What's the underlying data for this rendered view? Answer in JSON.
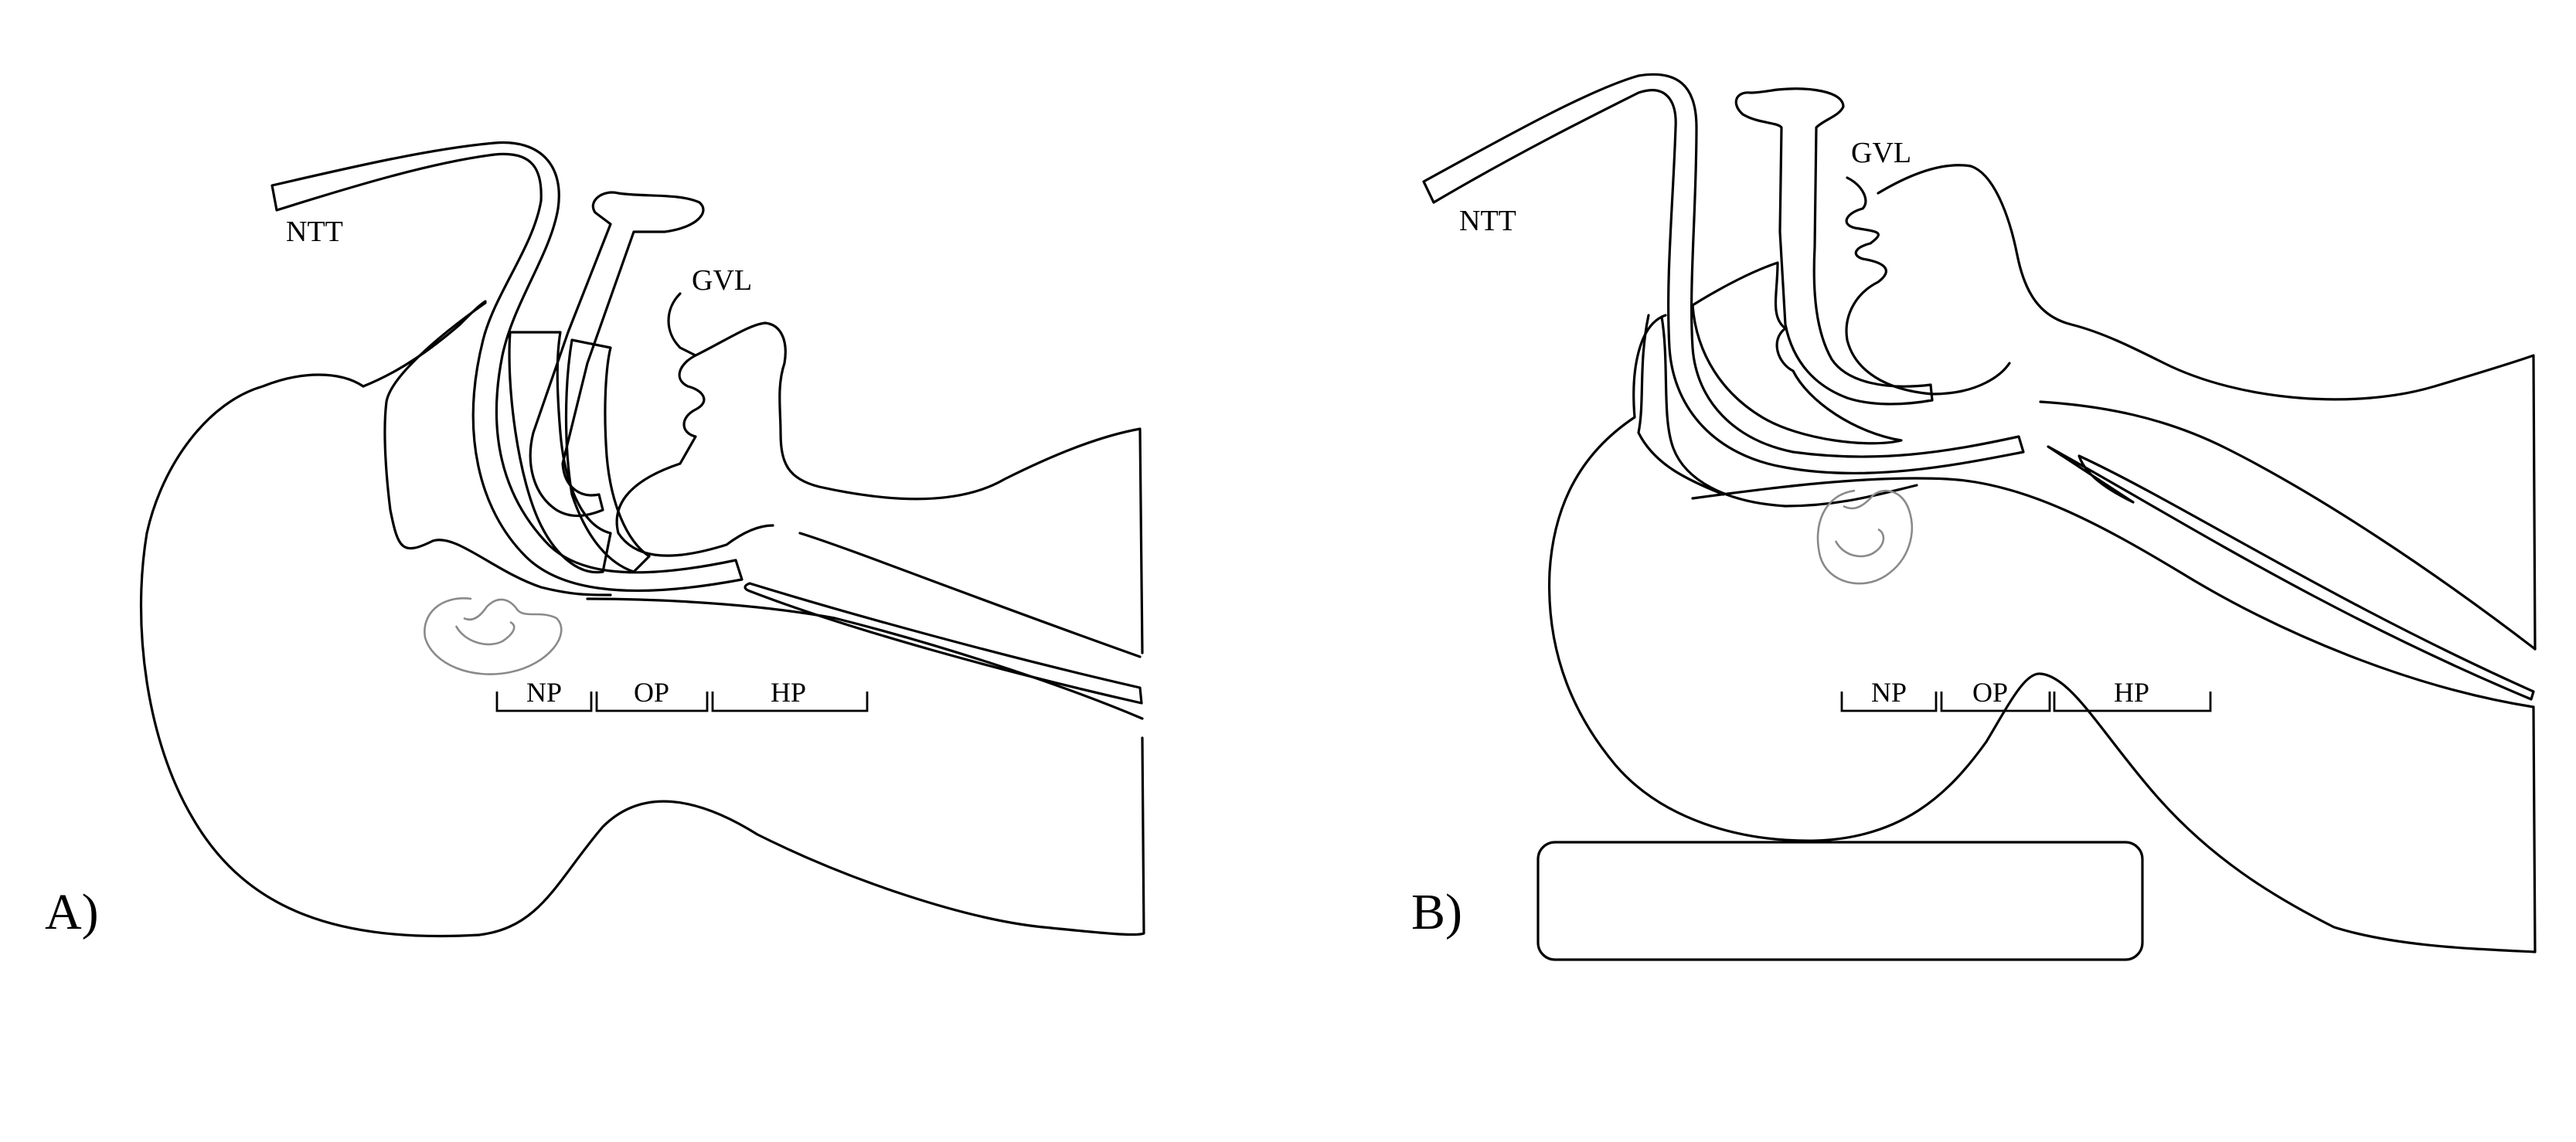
{
  "panels": [
    {
      "label": "A)",
      "tube_label": "NTT",
      "laryngoscope_label": "GVL",
      "segments": [
        "NP",
        "OP",
        "HP"
      ]
    },
    {
      "label": "B)",
      "tube_label": "NTT",
      "laryngoscope_label": "GVL",
      "segments": [
        "NP",
        "OP",
        "HP"
      ]
    }
  ],
  "colors": {
    "line": "#000000",
    "nasal_concha": "#8a8a8a",
    "background": "#ffffff"
  }
}
